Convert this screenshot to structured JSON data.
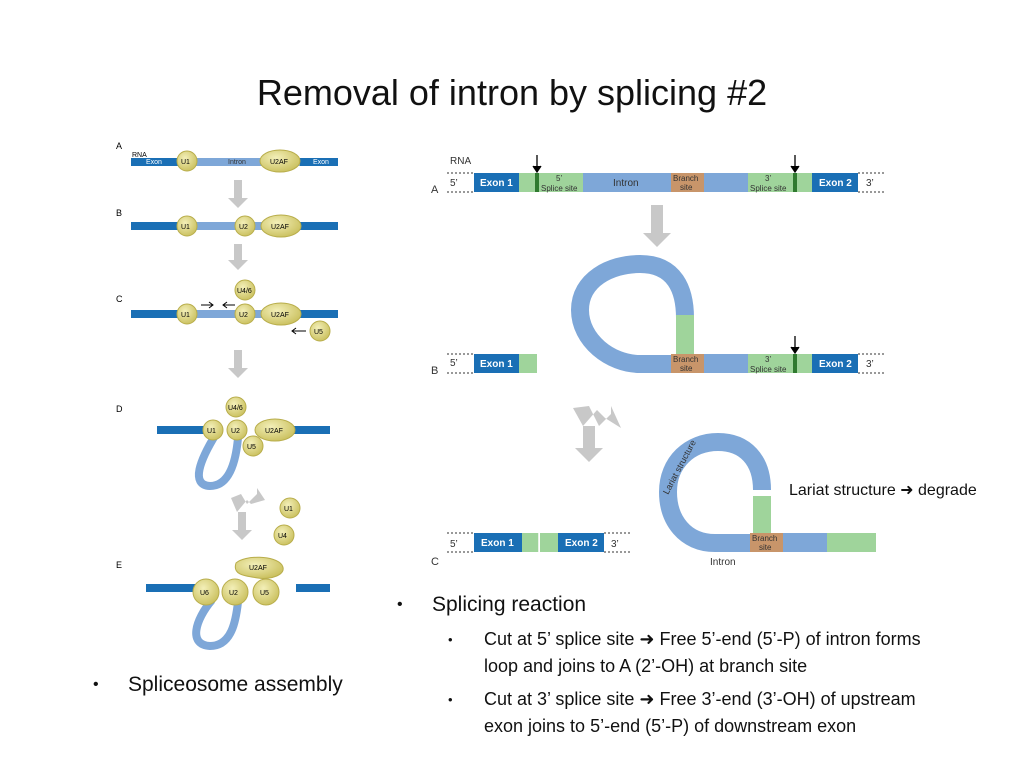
{
  "slide": {
    "title": "Removal of intron by splicing #2"
  },
  "left_panel": {
    "panels": [
      "A",
      "B",
      "C",
      "D",
      "E"
    ],
    "rna_label": "RNA",
    "exon": "Exon",
    "intron": "Intron",
    "u1": "U1",
    "u2": "U2",
    "u2af": "U2AF",
    "u46": "U4/6",
    "u5": "U5",
    "u6": "U6",
    "u4": "U4",
    "bullet": "Spliceosome assembly"
  },
  "right_panel": {
    "panels": [
      "A",
      "B",
      "C"
    ],
    "rna_label": "RNA",
    "five": "5’",
    "three": "3’",
    "exon1": "Exon 1",
    "exon2": "Exon 2",
    "splice5_num": "5’",
    "splice_site": "Splice site",
    "splice3_num": "3’",
    "intron": "Intron",
    "branch1": "Branch",
    "branch2": "site",
    "lariat": "Lariat structure",
    "lariat_note": "Lariat structure",
    "degrade": "degrade"
  },
  "bullets": {
    "splicing": "Splicing reaction",
    "cut5_a": "Cut at 5’ splice site",
    "cut5_b": "Free 5’-end (5’-P) of intron forms",
    "cut5_c": "loop and joins to A (2’-OH) at branch site",
    "cut3_a": "Cut at 3’ splice site",
    "cut3_b": "Free 3’-end (3’-OH) of upstream",
    "cut3_c": "exon joins to 5’-end (5’-P) of downstream exon"
  },
  "colors": {
    "exon": "#1a6fb5",
    "intron": "#7ea7d8",
    "snrnp": "#d8d27a",
    "splice": "#9fd49b",
    "branch": "#c8956a",
    "arrow": "#c8c8c8"
  }
}
